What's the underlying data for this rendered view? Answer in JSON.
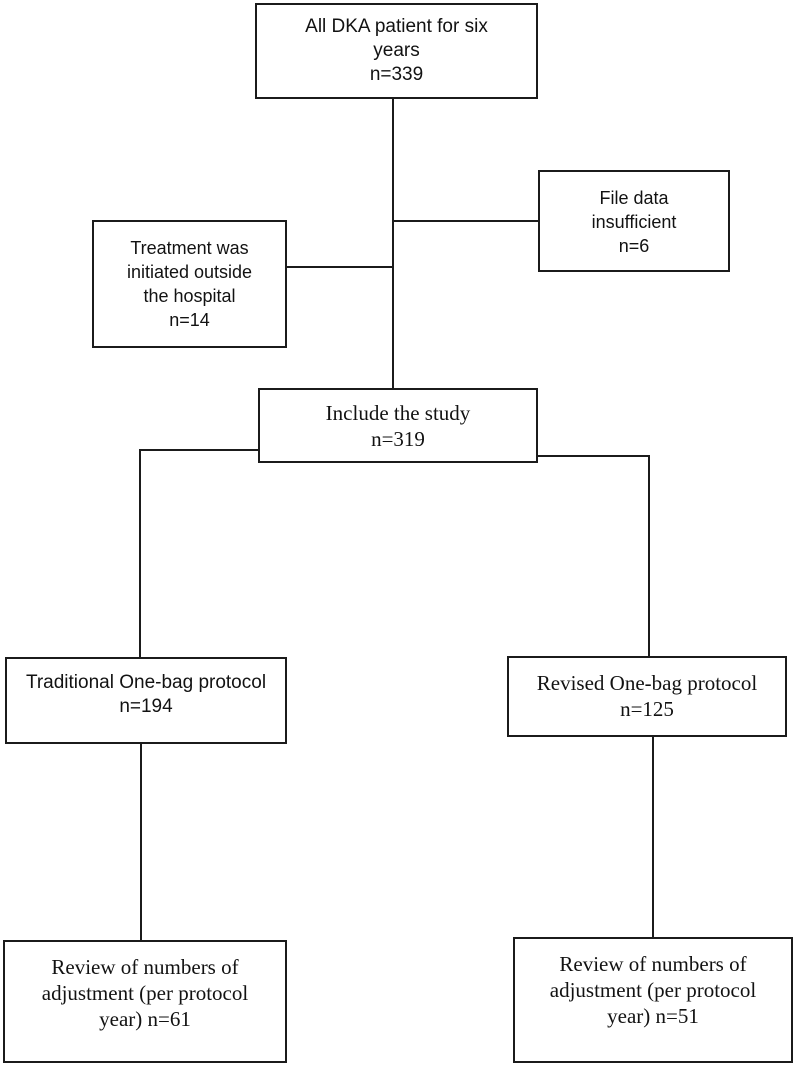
{
  "page": {
    "background_color": "#ffffff",
    "line_color": "#1b1b1b",
    "text_color": "#121212"
  },
  "diagram": {
    "type": "flowchart",
    "nodes": {
      "all_dka": {
        "label": "All DKA patient for six years",
        "count": "n=339",
        "lines": [
          "All DKA patient for six",
          "years",
          "n=339"
        ]
      },
      "file_insufficient": {
        "label": "File data insufficient",
        "count": "n=6",
        "lines": [
          "File data",
          "insufficient",
          "n=6"
        ]
      },
      "treatment_outside": {
        "label": "Treatment was initiated outside the hospital",
        "count": "n=14",
        "lines": [
          "Treatment was",
          "initiated outside",
          "the hospital",
          "n=14"
        ]
      },
      "include": {
        "label": "Include the study",
        "count": "n=319",
        "lines": [
          "Include the study",
          "n=319"
        ]
      },
      "traditional": {
        "label": "Traditional One-bag protocol",
        "count": "n=194",
        "lines": [
          "Traditional One-bag protocol",
          "n=194"
        ]
      },
      "revised": {
        "label": "Revised One-bag protocol",
        "count": "n=125",
        "lines": [
          "Revised One-bag protocol",
          "n=125"
        ]
      },
      "review_traditional": {
        "label": "Review of numbers of adjustment (per protocol year) n=61",
        "count": "n=61",
        "lines": [
          "Review of numbers of",
          "adjustment (per protocol",
          "year) n=61"
        ]
      },
      "review_revised": {
        "label": "Review of numbers of adjustment (per protocol year) n=51",
        "count": "n=51",
        "lines": [
          "Review of numbers of",
          "adjustment (per protocol",
          "year) n=51"
        ]
      }
    },
    "edges": [
      {
        "from": "all_dka",
        "to": "include"
      },
      {
        "from": "all_dka",
        "to": "file_insufficient",
        "type": "excluded"
      },
      {
        "from": "all_dka",
        "to": "treatment_outside",
        "type": "excluded"
      },
      {
        "from": "include",
        "to": "traditional"
      },
      {
        "from": "include",
        "to": "revised"
      },
      {
        "from": "traditional",
        "to": "review_traditional"
      },
      {
        "from": "revised",
        "to": "review_revised"
      }
    ]
  }
}
